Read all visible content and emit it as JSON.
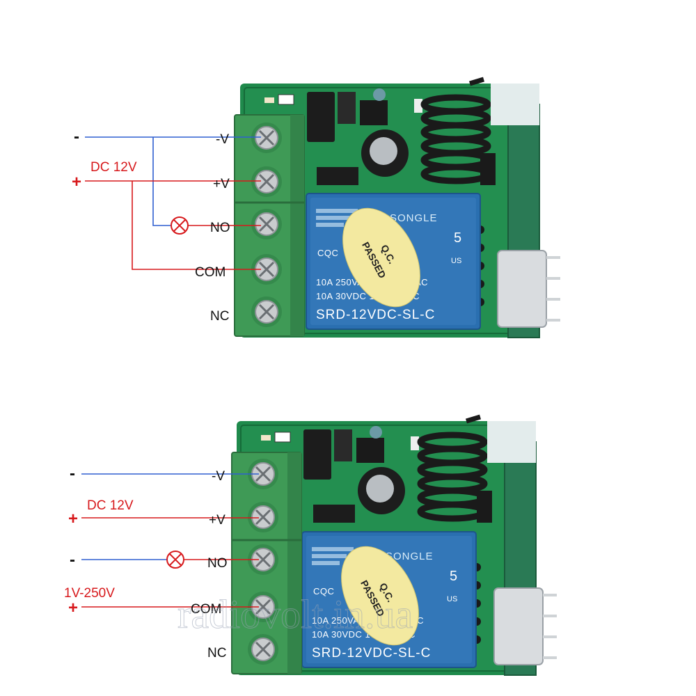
{
  "watermark": "radiovolt.in.ua",
  "relay": {
    "brand": "SONGLE",
    "cqc": "CQC",
    "rating_ac": "10A 250VAC 10A 125VAC",
    "rating_dc": "10A 30VDC 10A 28VDC",
    "model": "SRD-12VDC-SL-C",
    "five": "5",
    "us": "US"
  },
  "sticker": {
    "line1": "Q.C.",
    "line2": "PASSED"
  },
  "diagrams": [
    {
      "terminals": [
        "-V",
        "+V",
        "NO",
        "COM",
        "NC"
      ],
      "supply_label": "DC 12V",
      "minus_sign": "-",
      "plus_sign": "+"
    },
    {
      "terminals": [
        "-V",
        "+V",
        "NO",
        "COM",
        "NC"
      ],
      "supply_label": "DC 12V",
      "load_label": "1V-250V",
      "minus_sign": "-",
      "plus_sign": "+",
      "load_minus_sign": "-",
      "load_plus_sign": "+"
    }
  ],
  "colors": {
    "pcb": "#1f8a4c",
    "terminal": "#3f9a56",
    "relay": "#2a6fb0",
    "wire_neg": "#2f5fd0",
    "wire_pos": "#d7191c"
  }
}
